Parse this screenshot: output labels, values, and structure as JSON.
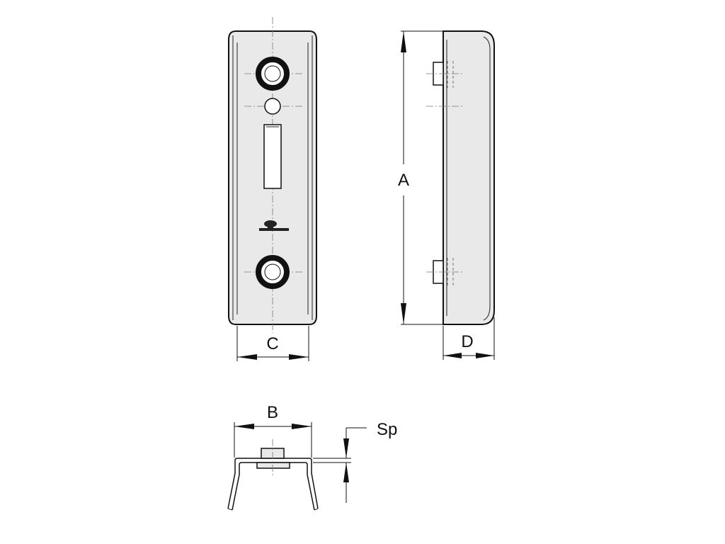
{
  "dimensions": {
    "a": "A",
    "b": "B",
    "c": "C",
    "d": "D",
    "sp": "Sp"
  },
  "colors": {
    "line": "#111111",
    "fill": "#e9e9e9",
    "background": "#ffffff"
  }
}
